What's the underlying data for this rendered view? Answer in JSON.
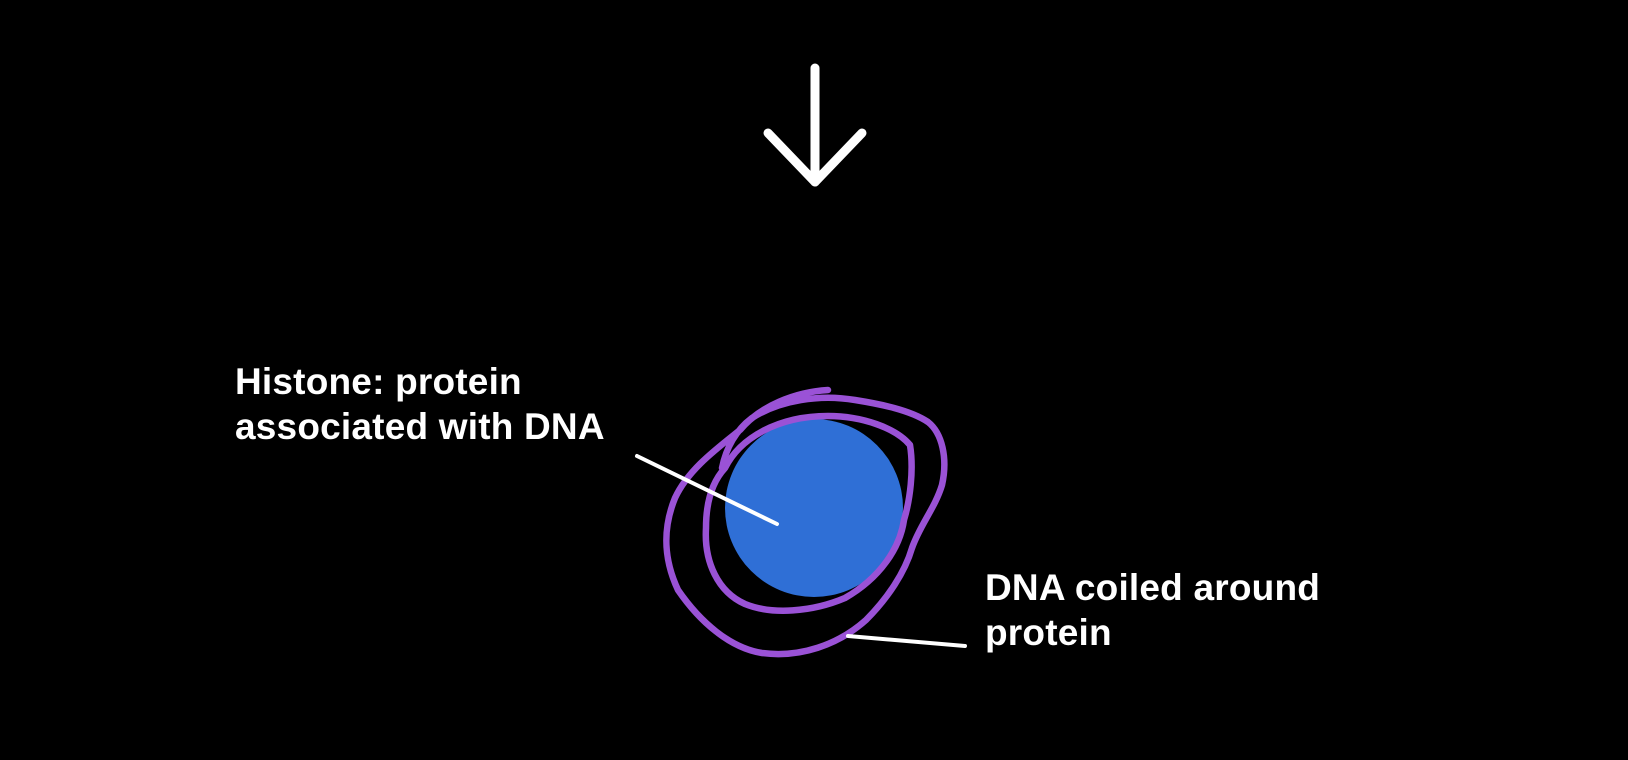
{
  "labels": {
    "histone": {
      "line1": "Histone: protein",
      "line2": "associated with DNA"
    },
    "dna": {
      "line1": "DNA coiled around",
      "line2": "protein"
    }
  },
  "colors": {
    "background": "#000000",
    "histone_fill": "#2F6FD6",
    "dna_stroke": "#9A52D6",
    "annotation": "#FFFFFF"
  },
  "icons": {
    "arrow": "arrow-down-icon"
  }
}
